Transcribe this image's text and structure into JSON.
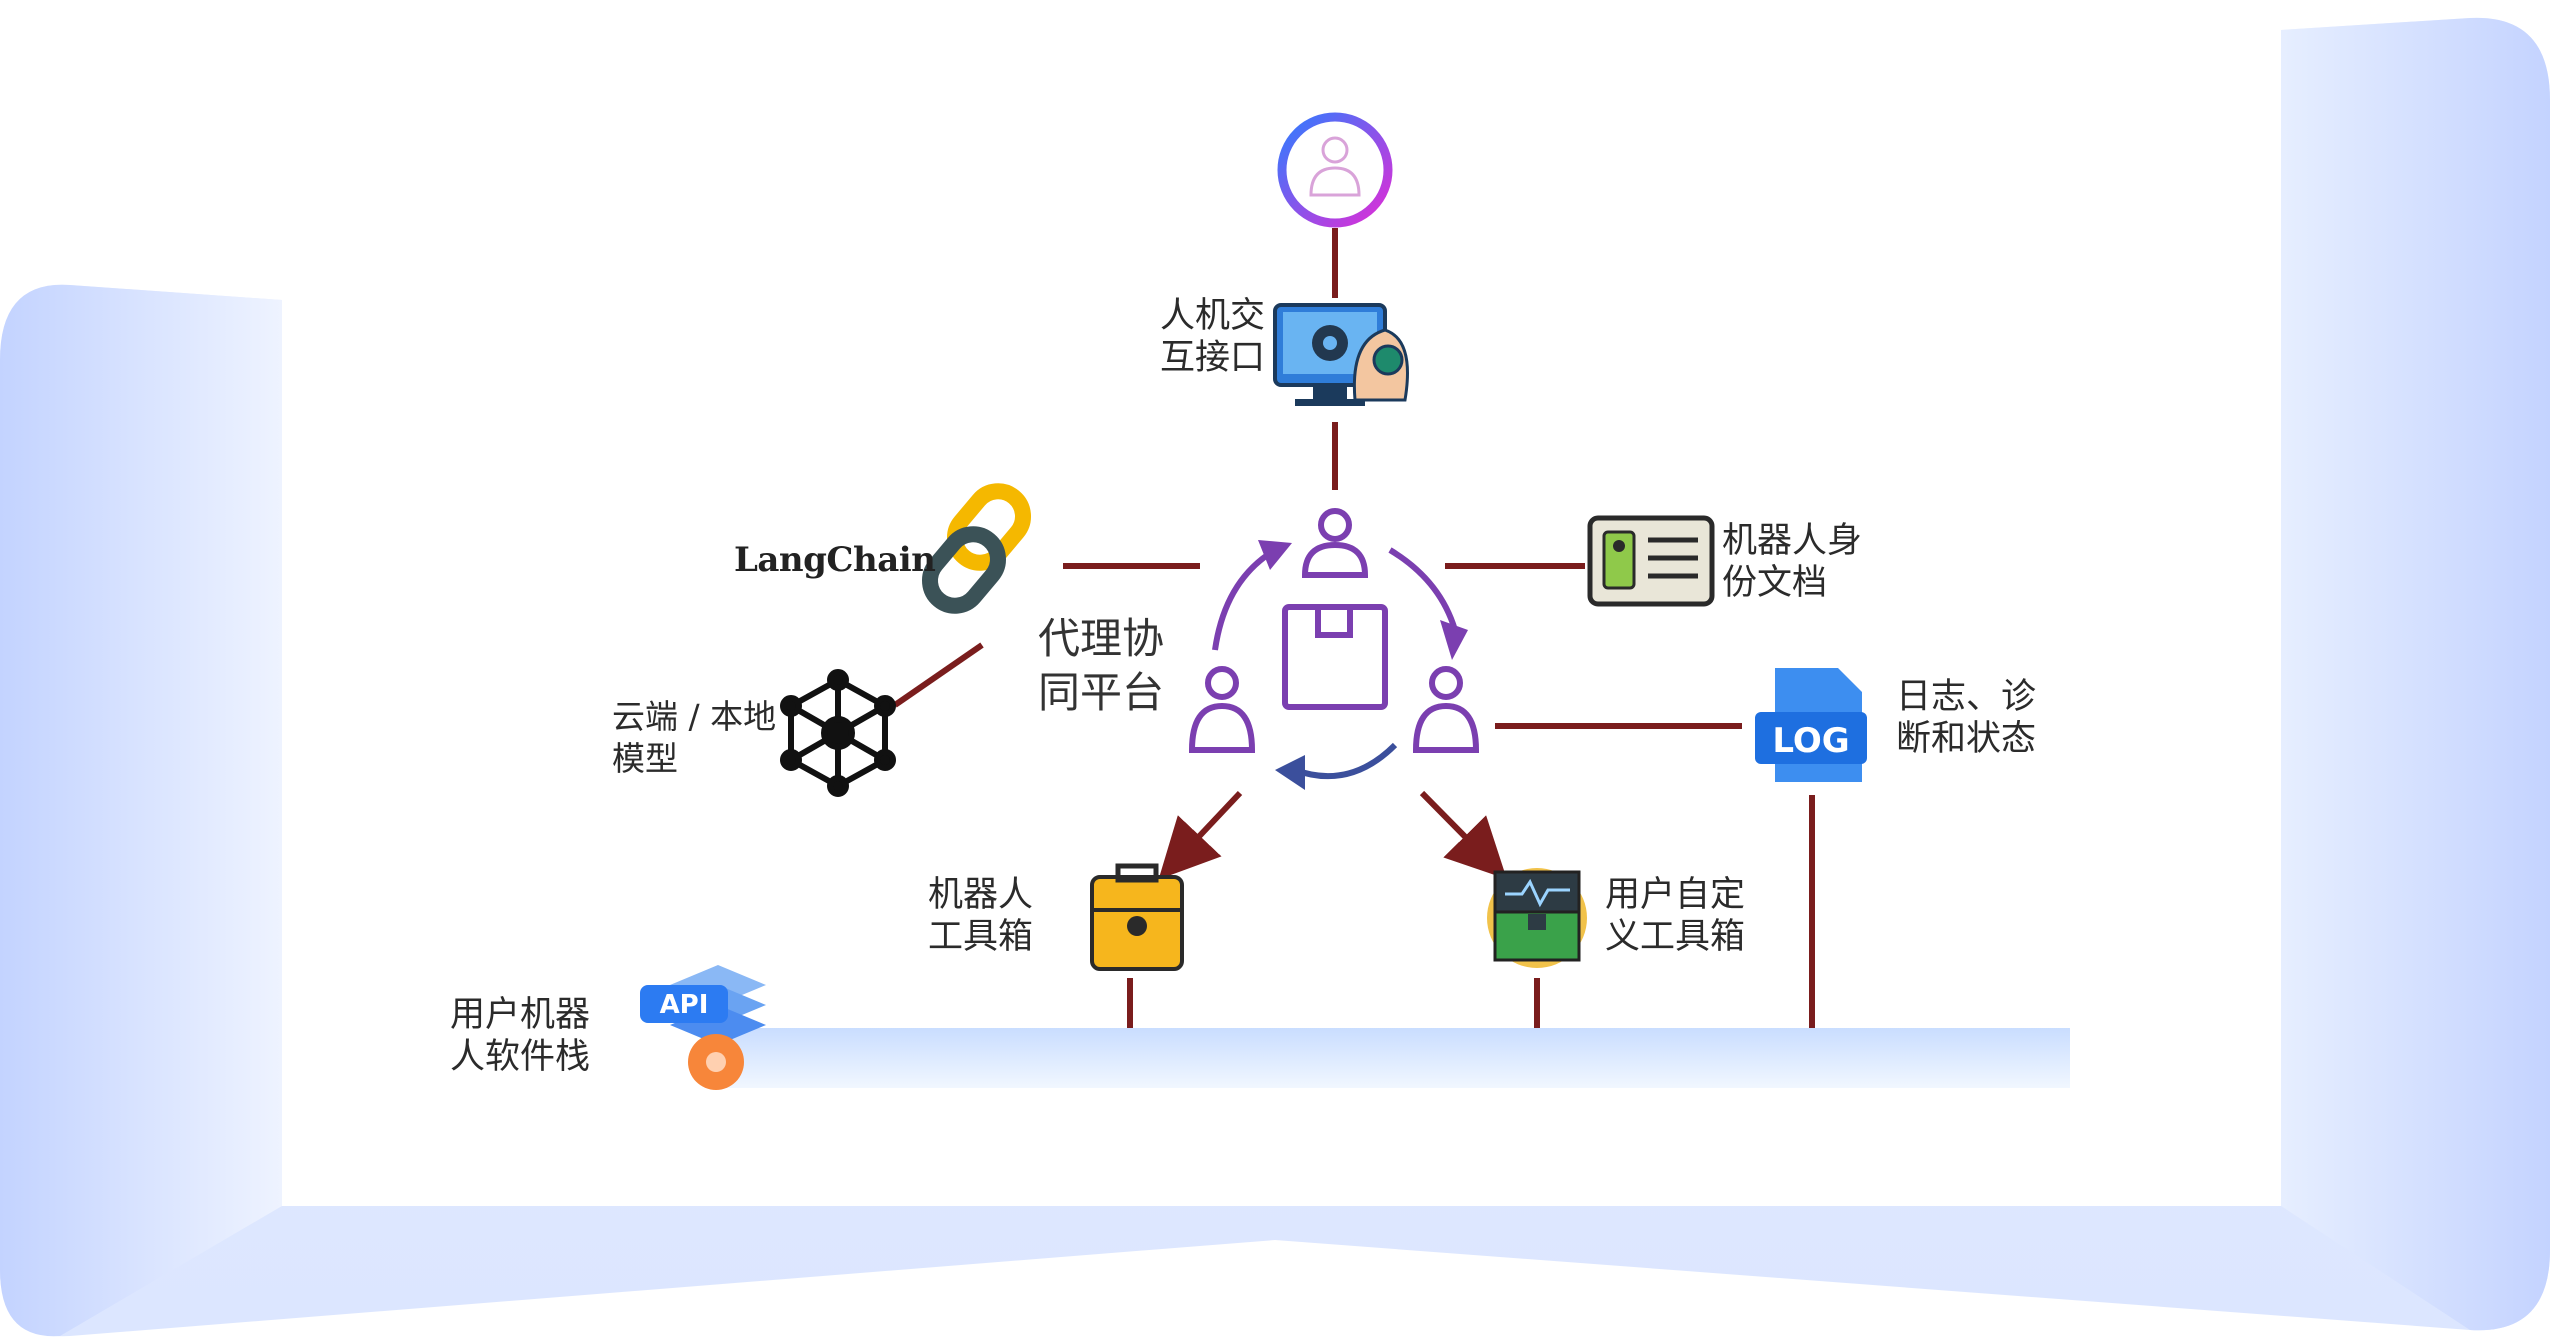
{
  "diagram": {
    "hub_label": [
      "代理协",
      "同平台"
    ],
    "nodes": {
      "hci": {
        "label": [
          "人机交",
          "互接口"
        ],
        "icon": "monitor-gear-icon"
      },
      "human": {
        "icon": "user-circle-icon"
      },
      "langchain": {
        "label": "LangChain",
        "icon": "chain-link-icon"
      },
      "identity": {
        "label": [
          "机器人身",
          "份文档"
        ],
        "icon": "id-card-icon"
      },
      "model": {
        "label": [
          "云端 / 本地",
          "模型"
        ],
        "icon": "network-node-icon"
      },
      "logs": {
        "label": [
          "日志、诊",
          "断和状态"
        ],
        "icon": "log-file-icon",
        "badge": "LOG"
      },
      "toolbox": {
        "label": [
          "机器人",
          "工具箱"
        ],
        "icon": "toolbox-icon"
      },
      "custom_toolbox": {
        "label": [
          "用户自定",
          "义工具箱"
        ],
        "icon": "custom-toolbox-icon"
      },
      "stack": {
        "label": [
          "用户机器",
          "人软件栈"
        ],
        "icon": "api-stack-icon",
        "badge": "API"
      }
    },
    "colors": {
      "connector": "#7a1d1d",
      "agent": "#7b3fb0",
      "backdrop": "#c9d7ff",
      "stack_bar": "#d6e6ff"
    }
  }
}
